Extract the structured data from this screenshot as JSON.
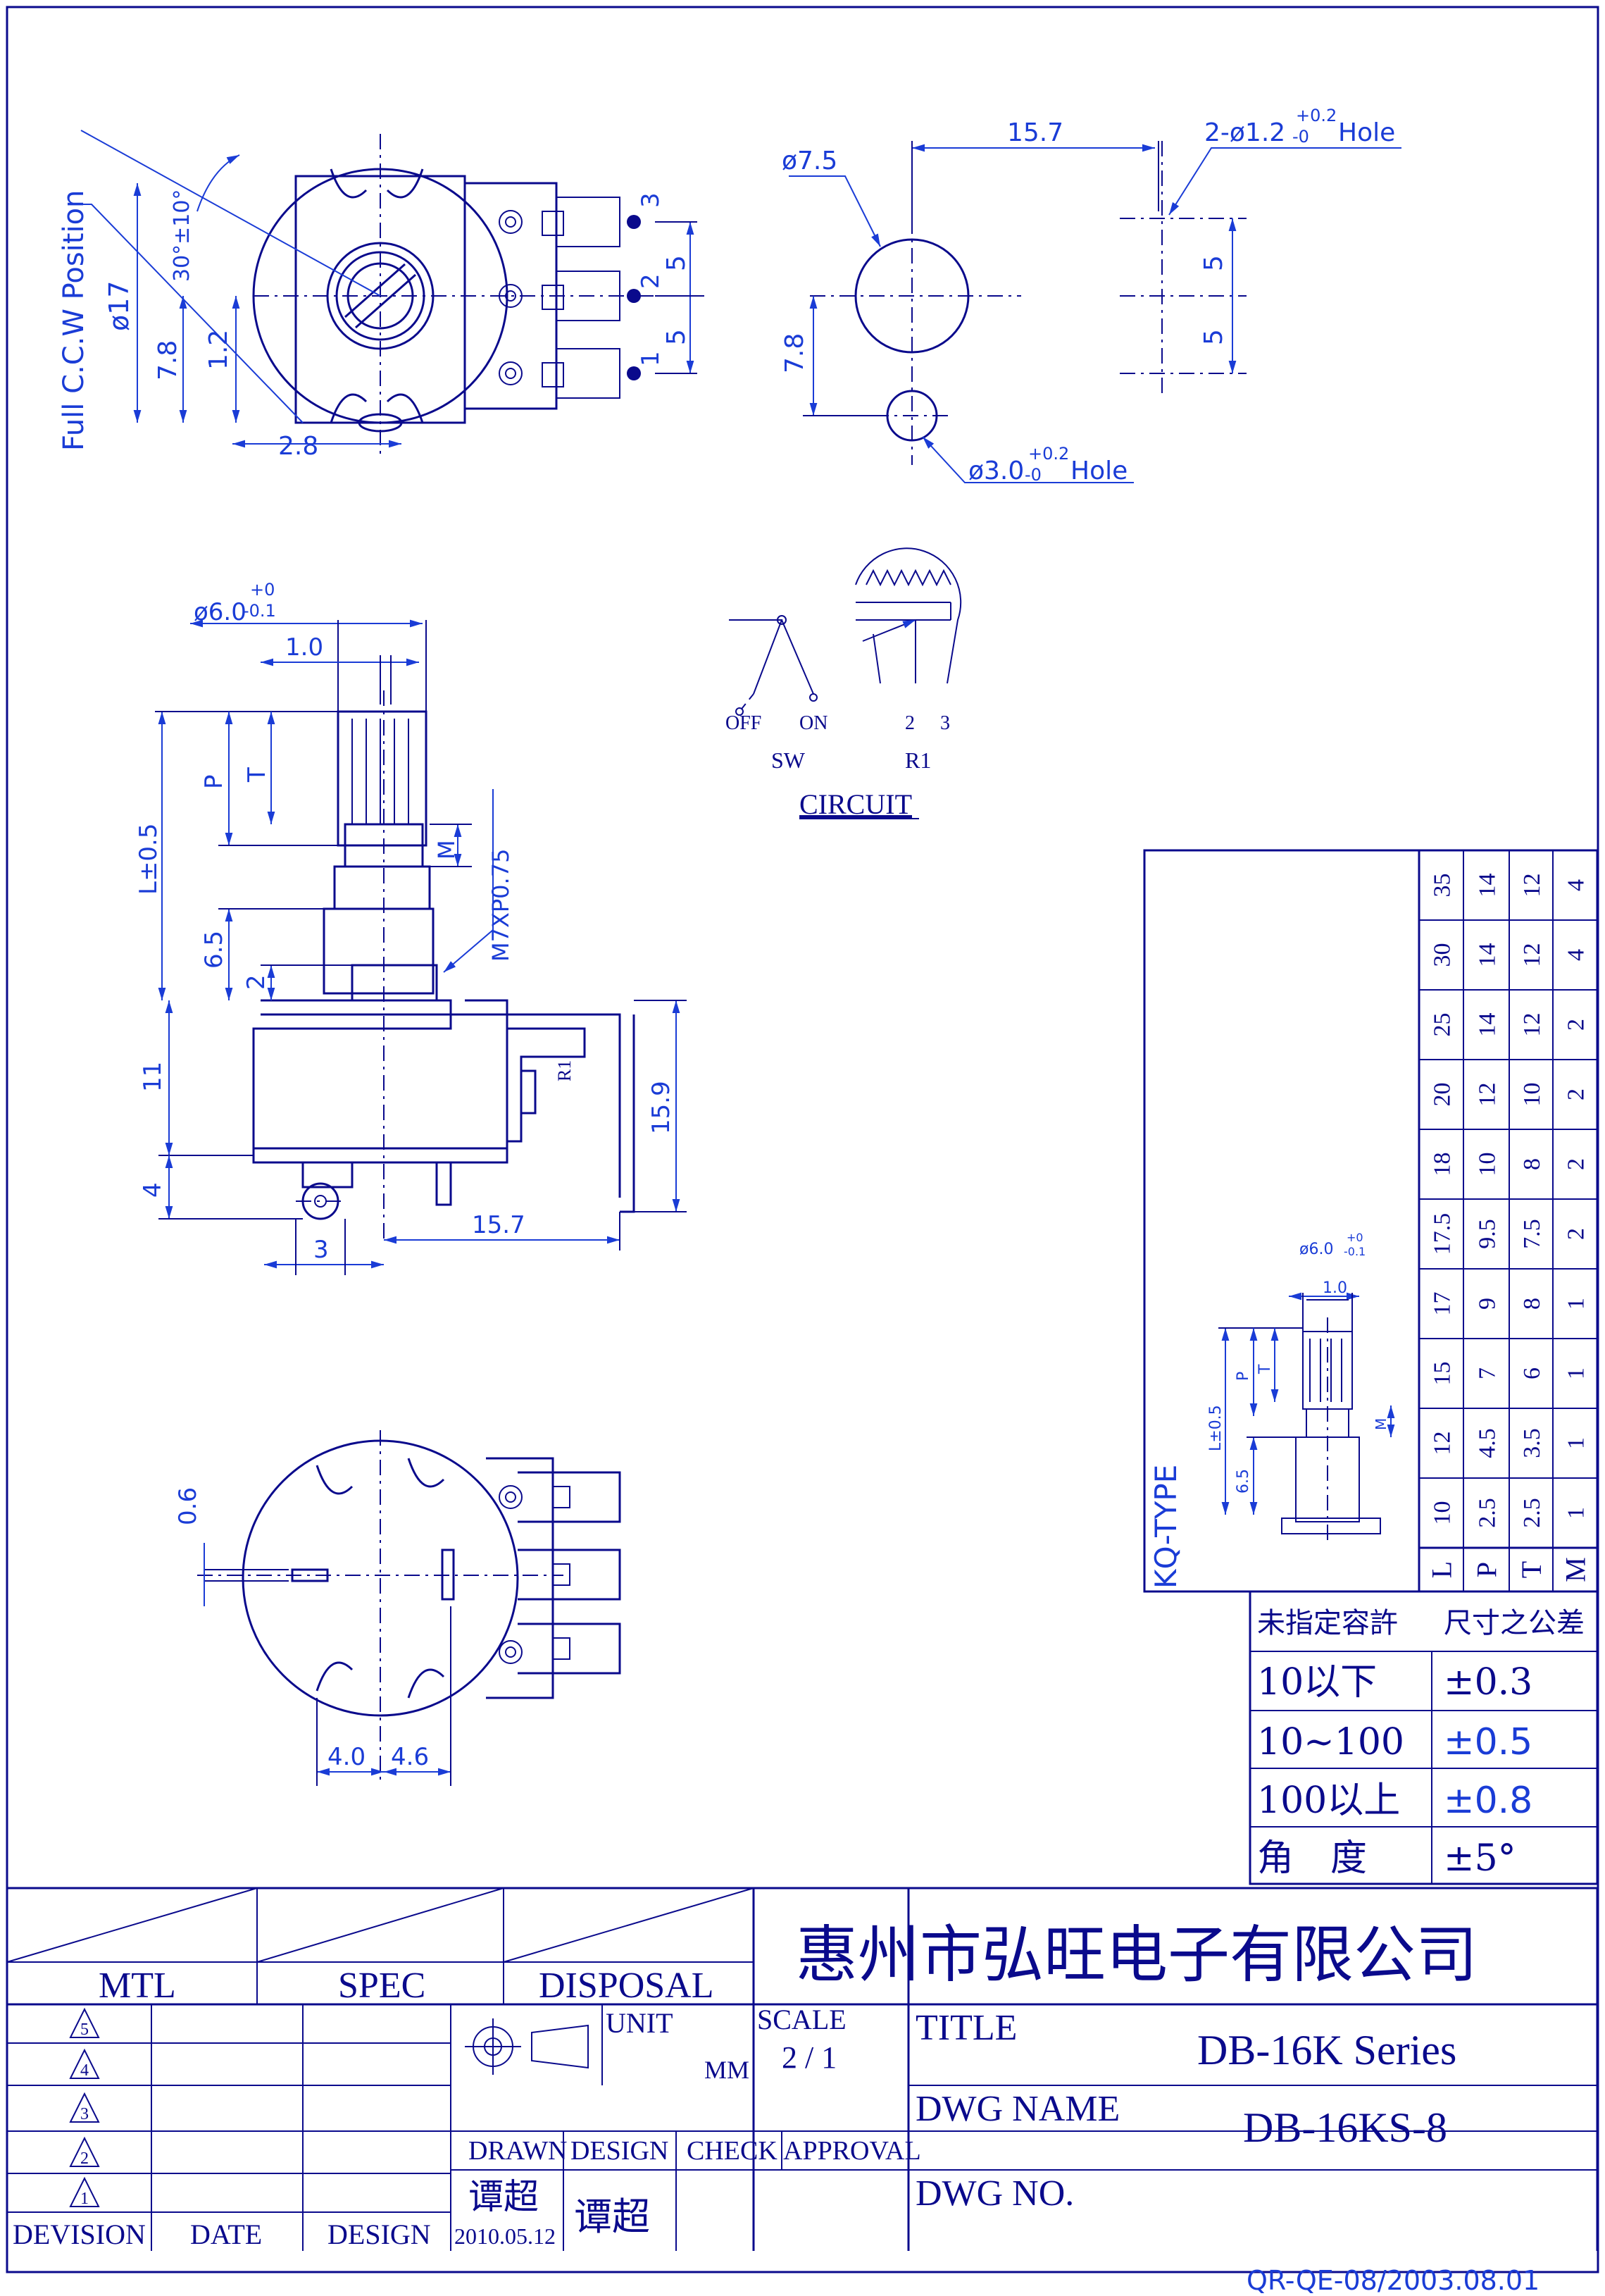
{
  "colors": {
    "line": "#0a0a8c",
    "dimension": "#1a3cd6",
    "background": "#ffffff"
  },
  "top_view": {
    "label_ccw": "Full C.C.W Position",
    "dia17": "ø17",
    "angle": "30°±10°",
    "d78": "7.8",
    "d12": "1.2",
    "d28": "2.8",
    "pin_3": "3",
    "pin_2": "2",
    "pin_1": "1",
    "d5a": "5",
    "d5b": "5"
  },
  "hole_view": {
    "d157": "15.7",
    "dia75": "ø7.5",
    "hole_a": "2-ø1.2",
    "hole_a_tol_top": "+0.2",
    "hole_a_tol_bot": "-0",
    "hole_a_word": "Hole",
    "d5a": "5",
    "d5b": "5",
    "d78": "7.8",
    "hole_b": "ø3.0",
    "hole_b_tol_top": "+0.2",
    "hole_b_tol_bot": "-0",
    "hole_b_word": "Hole"
  },
  "circuit": {
    "off": "OFF",
    "on": "ON",
    "n2": "2",
    "n3": "3",
    "sw": "SW",
    "r1": "R1",
    "title": "CIRCUIT"
  },
  "side_view": {
    "dia6": "ø6.0",
    "dia6_tol_top": "+0",
    "dia6_tol_bot": "-0.1",
    "d10": "1.0",
    "L": "L±0.5",
    "P": "P",
    "T": "T",
    "M": "M",
    "thread": "M7XP0.75",
    "d65": "6.5",
    "d2": "2",
    "d11": "11",
    "d4": "4",
    "d3": "3",
    "d157": "15.7",
    "d159": "15.9",
    "r1": "R1"
  },
  "bottom_view": {
    "d06": "0.6",
    "d40": "4.0",
    "d46": "4.6"
  },
  "kq_table": {
    "type_label": "KQ-TYPE",
    "row_labels": [
      "L",
      "P",
      "T",
      "M"
    ],
    "columns": [
      [
        "10",
        "2.5",
        "2.5",
        "1"
      ],
      [
        "12",
        "4.5",
        "3.5",
        "1"
      ],
      [
        "15",
        "7",
        "6",
        "1"
      ],
      [
        "17",
        "9",
        "8",
        "1"
      ],
      [
        "17.5",
        "9.5",
        "7.5",
        "2"
      ],
      [
        "18",
        "10",
        "8",
        "2"
      ],
      [
        "20",
        "12",
        "10",
        "2"
      ],
      [
        "25",
        "14",
        "12",
        "2"
      ],
      [
        "30",
        "14",
        "12",
        "4"
      ],
      [
        "35",
        "14",
        "12",
        "4"
      ]
    ],
    "mini": {
      "dia6": "ø6.0",
      "tol_top": "+0",
      "tol_bot": "-0.1",
      "d10": "1.0",
      "L": "L±0.5",
      "P": "P",
      "T": "T",
      "M": "M",
      "d65": "6.5"
    }
  },
  "tolerance_table": {
    "head_left": "未指定容許",
    "head_right": "尺寸之公差",
    "rows": [
      {
        "range": "10以下",
        "tol": "±0.3"
      },
      {
        "range": "10~100",
        "tol": "±0.5"
      },
      {
        "range": "100以上",
        "tol": "±0.8"
      },
      {
        "range": "角　度",
        "tol": "±5°"
      }
    ]
  },
  "title_block": {
    "company": "惠州市弘旺电子有限公司",
    "mtl": "MTL",
    "spec": "SPEC",
    "disposal": "DISPOSAL",
    "unit": "UNIT",
    "mm": "MM",
    "scale": "SCALE",
    "scale_value": "2 / 1",
    "title_label": "TITLE",
    "title_value": "DB-16K Series",
    "dwg_name_label": "DWG NAME",
    "dwg_name_value": "DB-16KS-8",
    "dwg_no_label": "DWG NO.",
    "drawn": "DRAWN",
    "design": "DESIGN",
    "check": "CHECK",
    "approval": "APPROVAL",
    "drawn_by": "谭超",
    "drawn_date": "2010.05.12",
    "design_by": "谭超",
    "revisions": [
      "5",
      "4",
      "3",
      "2",
      "1"
    ],
    "devision": "DEVISION",
    "date": "DATE",
    "design_col": "DESIGN"
  },
  "footer_code": "QR-QE-08/2003.08.01"
}
